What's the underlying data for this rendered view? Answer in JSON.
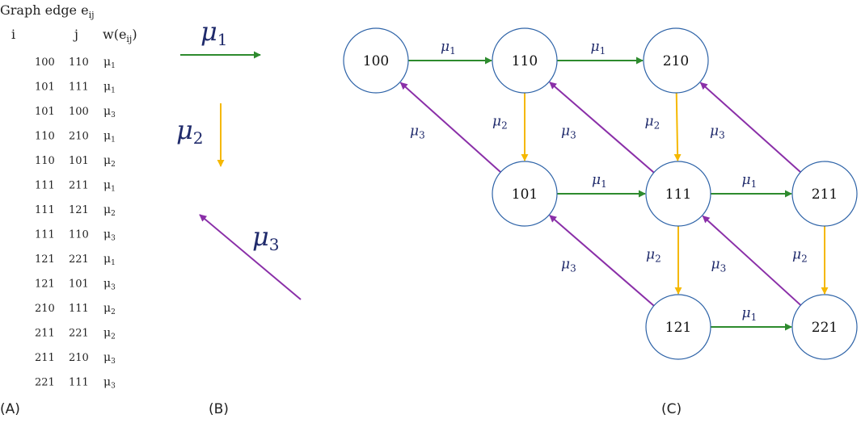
{
  "panels": [
    "(A)",
    "(B)",
    "(C)"
  ],
  "table": {
    "title": "Graph edge e",
    "title_sub": "ij",
    "headers": {
      "i": "i",
      "j": "j",
      "w": "w(e",
      "w_sub": "ij",
      "w_close": ")"
    },
    "rows": [
      {
        "i": "100",
        "j": "110",
        "w": "μ",
        "k": "1"
      },
      {
        "i": "101",
        "j": "111",
        "w": "μ",
        "k": "1"
      },
      {
        "i": "101",
        "j": "100",
        "w": "μ",
        "k": "3"
      },
      {
        "i": "110",
        "j": "210",
        "w": "μ",
        "k": "1"
      },
      {
        "i": "110",
        "j": "101",
        "w": "μ",
        "k": "2"
      },
      {
        "i": "111",
        "j": "211",
        "w": "μ",
        "k": "1"
      },
      {
        "i": "111",
        "j": "121",
        "w": "μ",
        "k": "2"
      },
      {
        "i": "111",
        "j": "110",
        "w": "μ",
        "k": "3"
      },
      {
        "i": "121",
        "j": "221",
        "w": "μ",
        "k": "1"
      },
      {
        "i": "121",
        "j": "101",
        "w": "μ",
        "k": "3"
      },
      {
        "i": "210",
        "j": "111",
        "w": "μ",
        "k": "2"
      },
      {
        "i": "211",
        "j": "221",
        "w": "μ",
        "k": "2"
      },
      {
        "i": "211",
        "j": "210",
        "w": "μ",
        "k": "3"
      },
      {
        "i": "221",
        "j": "111",
        "w": "μ",
        "k": "3"
      }
    ]
  },
  "legend": [
    {
      "symbol": "μ",
      "sub": "1",
      "color": "#2e8b2e"
    },
    {
      "symbol": "μ",
      "sub": "2",
      "color": "#f5b800"
    },
    {
      "symbol": "μ",
      "sub": "3",
      "color": "#8a2fa8"
    }
  ],
  "graph": {
    "nodes": [
      "100",
      "110",
      "210",
      "101",
      "111",
      "211",
      "121",
      "221"
    ],
    "edges": [
      {
        "from": "100",
        "to": "110",
        "mu": "1"
      },
      {
        "from": "110",
        "to": "210",
        "mu": "1"
      },
      {
        "from": "110",
        "to": "101",
        "mu": "2"
      },
      {
        "from": "101",
        "to": "100",
        "mu": "3"
      },
      {
        "from": "210",
        "to": "111",
        "mu": "2"
      },
      {
        "from": "111",
        "to": "110",
        "mu": "3"
      },
      {
        "from": "101",
        "to": "111",
        "mu": "1"
      },
      {
        "from": "111",
        "to": "211",
        "mu": "1"
      },
      {
        "from": "211",
        "to": "210",
        "mu": "3"
      },
      {
        "from": "111",
        "to": "121",
        "mu": "2"
      },
      {
        "from": "121",
        "to": "101",
        "mu": "3"
      },
      {
        "from": "211",
        "to": "221",
        "mu": "2"
      },
      {
        "from": "221",
        "to": "111",
        "mu": "3"
      },
      {
        "from": "121",
        "to": "221",
        "mu": "1"
      }
    ],
    "edge_label": "μ"
  }
}
